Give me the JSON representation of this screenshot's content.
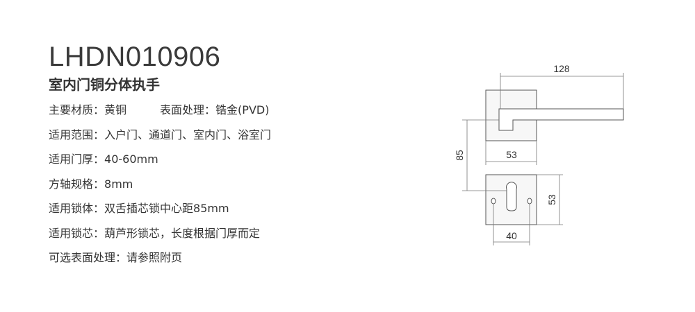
{
  "product": {
    "model": "LHDN010906",
    "name": "室内门铜分体执手"
  },
  "specs": [
    {
      "label": "主要材质：",
      "value": "黄铜",
      "extra_label": "表面处理：",
      "extra_value": "锆金(PVD)"
    },
    {
      "label": "适用范围：",
      "value": "入户门、通道门、室内门、浴室门"
    },
    {
      "label": "适用门厚：",
      "value": "40-60mm"
    },
    {
      "label": "方轴规格：",
      "value": "8mm"
    },
    {
      "label": "适用锁体：",
      "value": "双舌插芯锁中心距85mm"
    },
    {
      "label": "适用锁芯：",
      "value": "葫芦形锁芯，长度根据门厚而定"
    },
    {
      "label": "可选表面处理：",
      "value": "请参照附页"
    }
  ],
  "drawing": {
    "dims": {
      "handle_length": "128",
      "rose_width": "53",
      "center_distance": "85",
      "escutcheon_height": "53",
      "hole_spacing": "40"
    }
  }
}
